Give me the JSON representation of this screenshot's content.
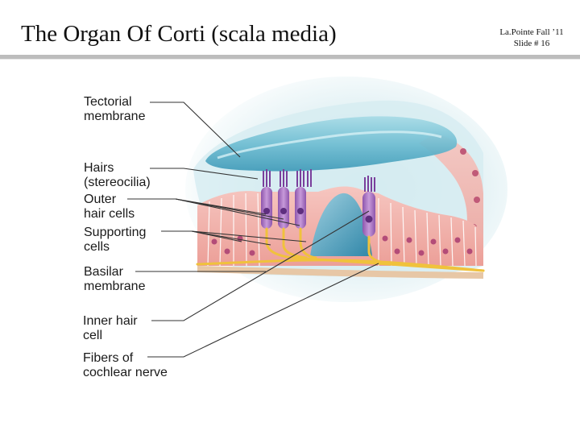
{
  "slide": {
    "title": "The Organ Of Corti (scala media)",
    "author_line": "La.Pointe Fall ’11",
    "slide_number": "Slide # 16"
  },
  "diagram": {
    "labels": {
      "tectorial_1": "Tectorial",
      "tectorial_2": "membrane",
      "hairs_1": "Hairs",
      "hairs_2": "(stereocilia)",
      "outer_1": "Outer",
      "outer_2": "hair cells",
      "supporting_1": "Supporting",
      "supporting_2": "cells",
      "basilar_1": "Basilar",
      "basilar_2": "membrane",
      "inner_1": "Inner hair",
      "inner_2": "cell",
      "fibers_1": "Fibers of",
      "fibers_2": "cochlear nerve"
    },
    "colors": {
      "tectorial": "#7cc6d8",
      "endolymph": "#b9dde6",
      "supporting_cells": "#f2b6b0",
      "hair_cells": "#a875c2",
      "nerve": "#f3c64a",
      "basilar": "#e7c7a6"
    }
  }
}
